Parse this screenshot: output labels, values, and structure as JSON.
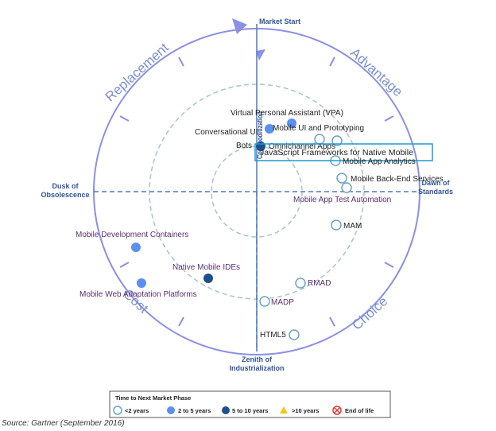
{
  "axes": {
    "market_start": "Market Start",
    "dusk": [
      "Dusk of",
      "Obsolescence"
    ],
    "dawn": [
      "Dawn of",
      "Standards"
    ],
    "zenith": [
      "Zenith of",
      "Industrialization"
    ],
    "commoditization": "Commoditization"
  },
  "quadrants": {
    "replacement": "Replacement",
    "advantage": "Advantage",
    "choice": "Choice",
    "cost": "Cost"
  },
  "technologies": [
    {
      "id": "vpa",
      "label": "Virtual Personal Assistant (VPA)",
      "phase": "2-5"
    },
    {
      "id": "conv-ui",
      "label": "Conversational UI",
      "phase": "2-5"
    },
    {
      "id": "mobile-ui-proto",
      "label": "Mobile UI and Prototyping",
      "phase": "lt2"
    },
    {
      "id": "bots",
      "label": "Bots",
      "phase": "5-10"
    },
    {
      "id": "omnichannel",
      "label": "Omnichannel Apps",
      "phase": "lt2"
    },
    {
      "id": "js-frameworks",
      "label": "JavaScript Frameworks for Native Mobile",
      "phase": "lt2"
    },
    {
      "id": "mobile-app-analytics",
      "label": "Mobile App Analytics",
      "phase": "lt2"
    },
    {
      "id": "mobile-backend",
      "label": "Mobile Back-End Services",
      "phase": "lt2"
    },
    {
      "id": "mobile-test",
      "label": "Mobile App Test Automation",
      "phase": "lt2"
    },
    {
      "id": "mam",
      "label": "MAM",
      "phase": "lt2"
    },
    {
      "id": "mobile-dev-containers",
      "label": "Mobile Development Containers",
      "phase": "2-5"
    },
    {
      "id": "native-ides",
      "label": "Native Mobile IDEs",
      "phase": "5-10"
    },
    {
      "id": "mobile-web-adapt",
      "label": "Mobile Web Adaptation Platforms",
      "phase": "2-5"
    },
    {
      "id": "rmad",
      "label": "RMAD",
      "phase": "lt2"
    },
    {
      "id": "madp",
      "label": "MADP",
      "phase": "lt2"
    },
    {
      "id": "html5",
      "label": "HTML5",
      "phase": "lt2"
    }
  ],
  "legend": {
    "title": "Time to Next Market Phase",
    "items": [
      {
        "symbol": "open-circle",
        "label": "<2 years"
      },
      {
        "symbol": "light-circle",
        "label": "2 to 5 years"
      },
      {
        "symbol": "dark-circle",
        "label": "5 to 10 years"
      },
      {
        "symbol": "triangle",
        "label": ">10 years"
      },
      {
        "symbol": "x-circle",
        "label": "End of life"
      }
    ]
  },
  "source": "Source: Gartner (September 2016)",
  "colors": {
    "ring": "#8c8fe6",
    "dashed": "#a8c4cc",
    "axis": "#4d79c7",
    "light_dot": "#5b8ff2",
    "dark_dot": "#1f4e8c",
    "open_dot": "#6aa4c8",
    "triangle": "#f5c518",
    "end_of_life": "#e03a3a",
    "highlight_box": "#1a9bd0"
  }
}
